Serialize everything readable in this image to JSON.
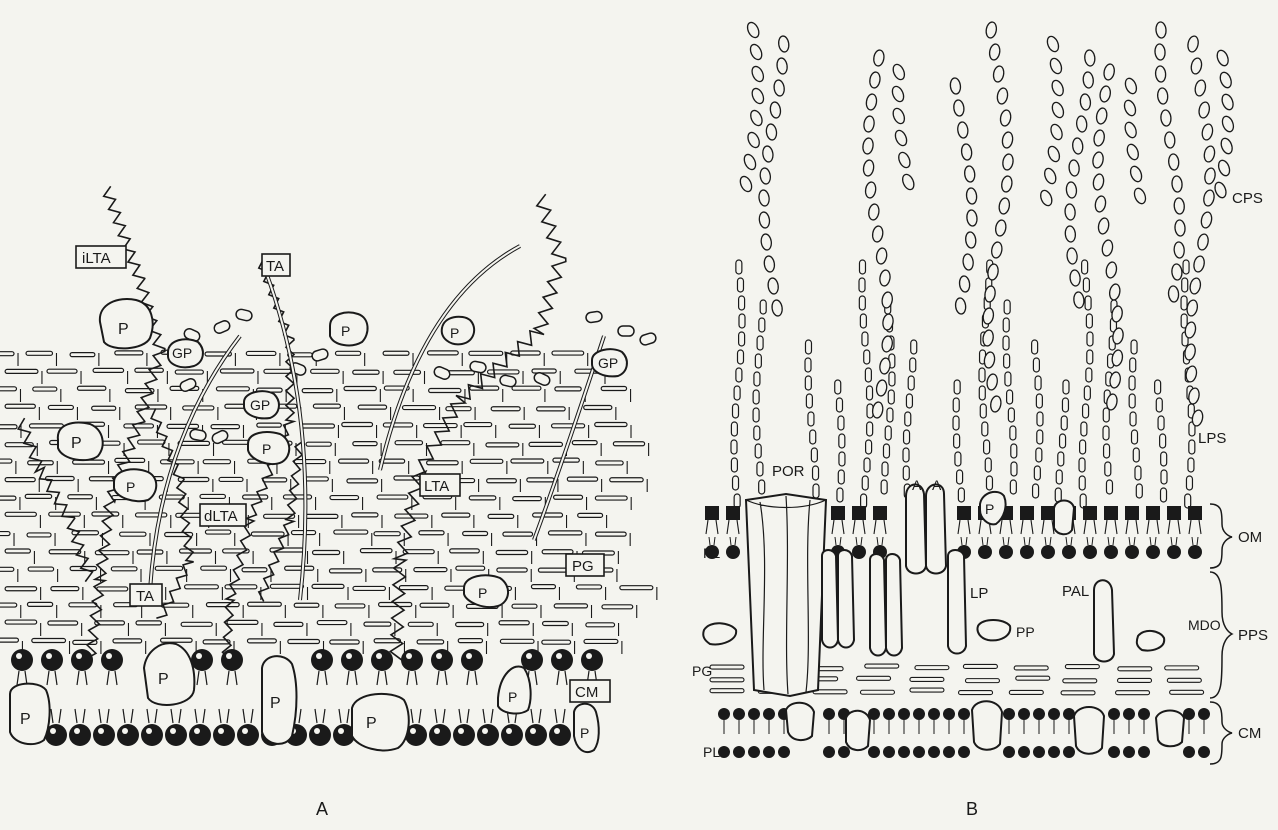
{
  "panel_a": {
    "caption": "A",
    "labels": {
      "iLTA": "iLTA",
      "TA_top": "TA",
      "TA_bottom": "TA",
      "LTA": "LTA",
      "dLTA": "dLTA",
      "PG": "PG",
      "CM": "CM",
      "GP": "GP",
      "P": "P"
    }
  },
  "panel_b": {
    "caption": "B",
    "labels": {
      "CPS": "CPS",
      "LPS": "LPS",
      "POR": "POR",
      "A1": "A",
      "A2": "A",
      "OM": "OM",
      "PL_top": "PL",
      "PL_bottom": "PL",
      "LP": "LP",
      "PAL": "PAL",
      "PP": "PP",
      "MDO": "MDO",
      "PPS": "PPS",
      "PG": "PG",
      "CM": "CM",
      "P": "P"
    }
  },
  "colors": {
    "ink": "#1a1a1a",
    "paper": "#f4f4ef"
  }
}
